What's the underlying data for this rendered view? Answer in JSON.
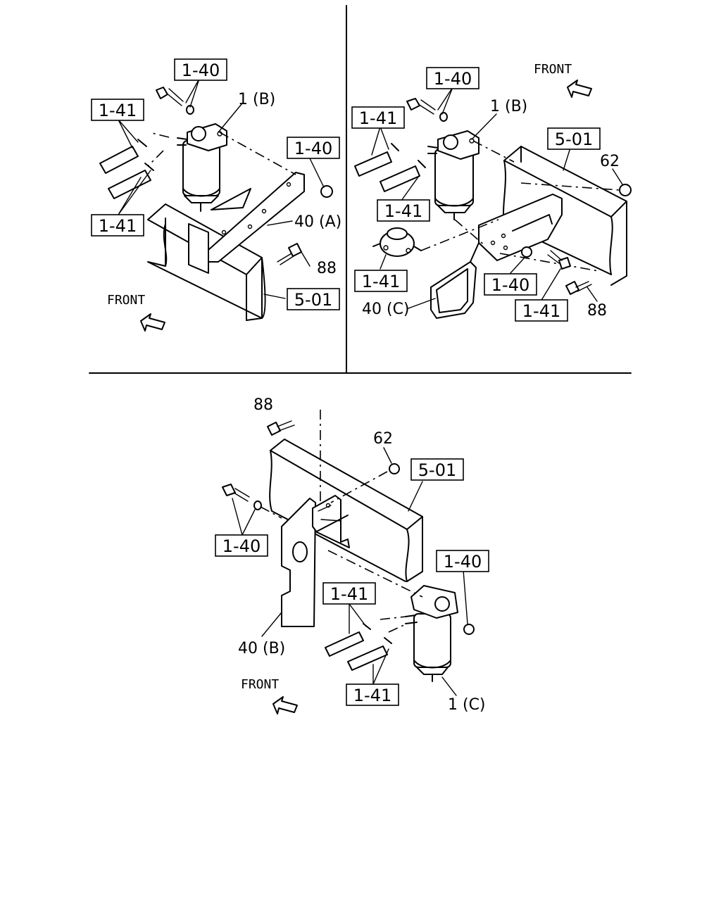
{
  "labels": {
    "p1_140": "1-40",
    "p1_141a": "1-41",
    "p1_141b": "1-41",
    "p1_1b": "1 (B)",
    "p1_140b": "1-40",
    "p1_40a": "40 (A)",
    "p1_88": "88",
    "p1_501": "5-01",
    "p1_front": "FRONT",
    "p2_140": "1-40",
    "p2_front": "FRONT",
    "p2_141a": "1-41",
    "p2_1b": "1 (B)",
    "p2_501": "5-01",
    "p2_62": "62",
    "p2_141b": "1-41",
    "p2_141c": "1-41",
    "p2_140b": "1-40",
    "p2_40c": "40 (C)",
    "p2_141d": "1-41",
    "p2_88": "88",
    "p3_88": "88",
    "p3_62": "62",
    "p3_501": "5-01",
    "p3_140": "1-40",
    "p3_140b": "1-40",
    "p3_141a": "1-41",
    "p3_40b": "40 (B)",
    "p3_front": "FRONT",
    "p3_141b": "1-41",
    "p3_1c": "1 (C)"
  }
}
